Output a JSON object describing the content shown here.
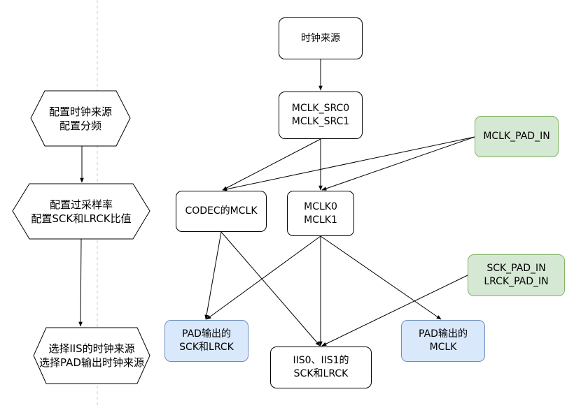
{
  "left_flow": {
    "step1": {
      "line1": "配置时钟来源",
      "line2": "配置分频"
    },
    "step2": {
      "line1": "配置过采样率",
      "line2": "配置SCK和LRCK比值"
    },
    "step3": {
      "line1": "选择IIS的时钟来源",
      "line2": "选择PAD输出时钟来源"
    }
  },
  "nodes": {
    "clock_source": {
      "line1": "时钟来源"
    },
    "mclk_src": {
      "line1": "MCLK_SRC0",
      "line2": "MCLK_SRC1"
    },
    "mclk_pad_in": {
      "line1": "MCLK_PAD_IN"
    },
    "codec_mclk": {
      "line1": "CODEC的MCLK"
    },
    "mclk01": {
      "line1": "MCLK0",
      "line2": "MCLK1"
    },
    "sck_lrck_pad_in": {
      "line1": "SCK_PAD_IN",
      "line2": "LRCK_PAD_IN"
    },
    "pad_out_sck_lrck": {
      "line1": "PAD输出的",
      "line2": "SCK和LRCK"
    },
    "iis_sck_lrck": {
      "line1": "IIS0、IIS1的",
      "line2": "SCK和LRCK"
    },
    "pad_out_mclk": {
      "line1": "PAD输出的",
      "line2": "MCLK"
    }
  },
  "colors": {
    "line": "#000000",
    "divider": "#c8c8c8",
    "input_fill": "#d5e8d4",
    "input_stroke": "#82b366",
    "output_fill": "#dae8fc",
    "output_stroke": "#6c8ebf"
  }
}
